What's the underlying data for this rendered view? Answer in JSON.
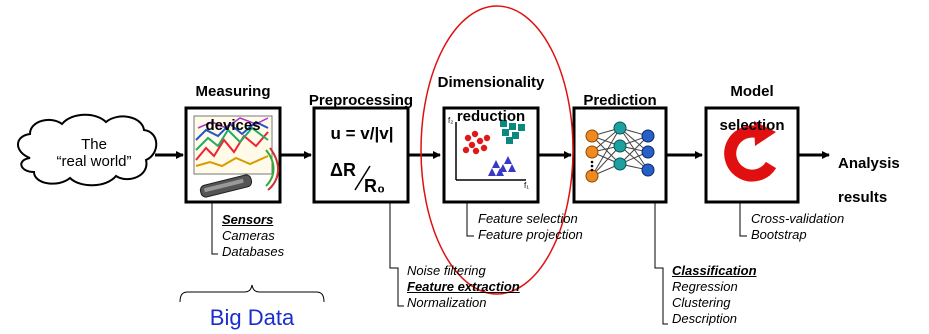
{
  "input": {
    "line1": "The",
    "line2": "“real world”"
  },
  "stages": [
    {
      "id": "measuring",
      "title_line1": "Measuring",
      "title_line2": "devices",
      "items": [
        "Sensors",
        "Cameras",
        "Databases"
      ],
      "emphasized": [
        "Sensors"
      ]
    },
    {
      "id": "preprocessing",
      "title_line1": "Preprocessing",
      "title_line2": "",
      "formula": {
        "top": "u = v/|v|",
        "bottom_num": "ΔR",
        "bottom_den": "R₀"
      },
      "items": [
        "Noise filtering",
        "Feature extraction",
        "Normalization"
      ],
      "emphasized": [
        "Feature extraction"
      ]
    },
    {
      "id": "dimensionality",
      "title_line1": "Dimensionality",
      "title_line2": "reduction",
      "axes": {
        "y": "f₂",
        "x": "f₁"
      },
      "items": [
        "Feature selection",
        "Feature projection"
      ],
      "emphasized": []
    },
    {
      "id": "prediction",
      "title_line1": "Prediction",
      "title_line2": "",
      "items": [
        "Classification",
        "Regression",
        "Clustering",
        "Description"
      ],
      "emphasized": [
        "Classification"
      ]
    },
    {
      "id": "model",
      "title_line1": "Model",
      "title_line2": "selection",
      "items": [
        "Cross-validation",
        "Bootstrap"
      ],
      "emphasized": []
    }
  ],
  "output": {
    "line1": "Analysis",
    "line2": "results"
  },
  "annotation": {
    "text": "Big Data",
    "color": "#1a2ed0"
  },
  "highlight": {
    "color": "#e01010",
    "target": "dimensionality"
  }
}
